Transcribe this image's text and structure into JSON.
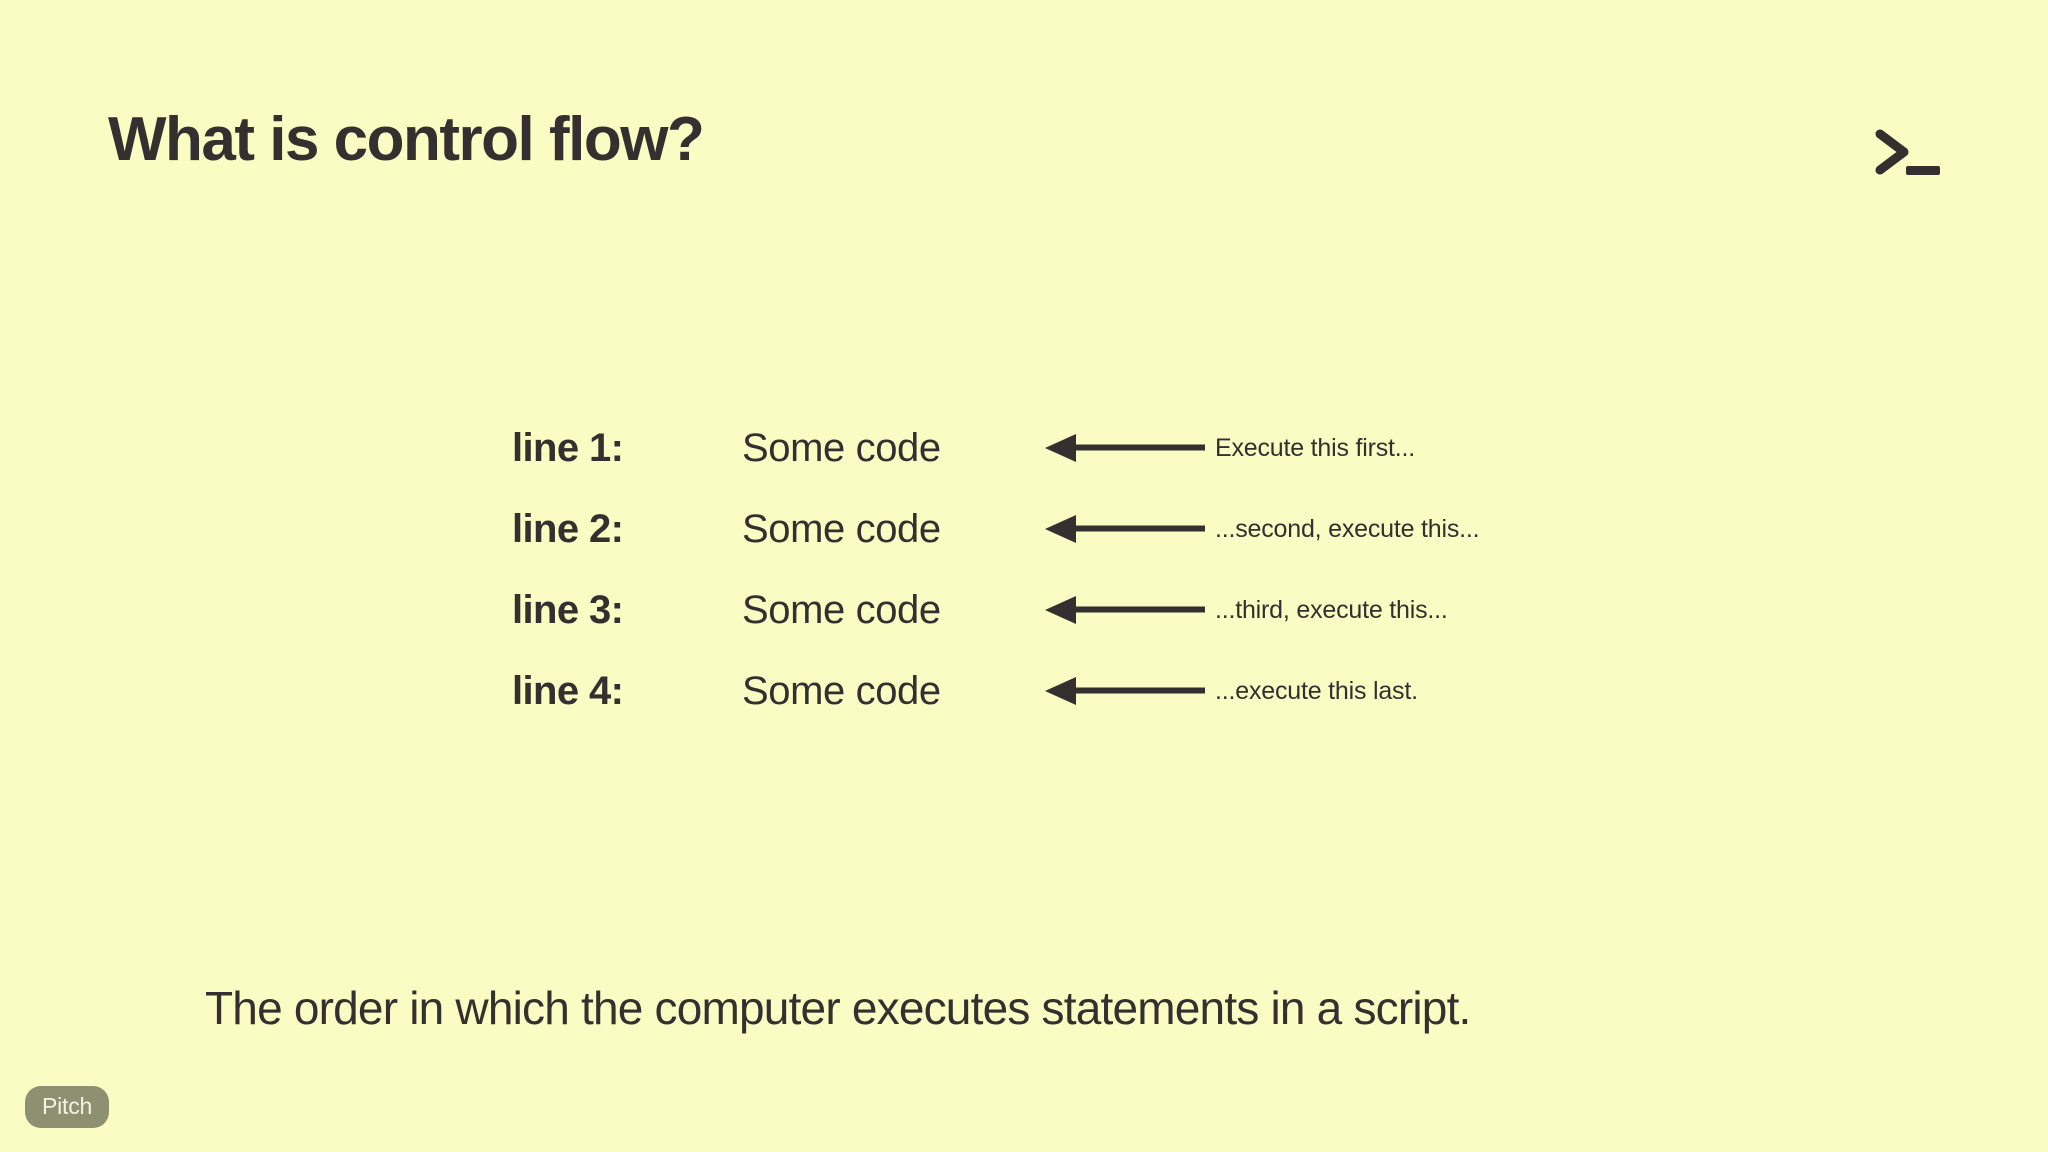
{
  "slide": {
    "title": "What is control flow?",
    "background_color": "#fbfbc4",
    "text_color": "#34302f",
    "header_icon": "terminal-prompt-icon",
    "caption": "The order in which the computer executes statements in a script.",
    "code_rows": [
      {
        "label": "line 1:",
        "code": "Some code",
        "annotation": "Execute this first..."
      },
      {
        "label": "line 2:",
        "code": "Some code",
        "annotation": "...second, execute this..."
      },
      {
        "label": "line 3:",
        "code": "Some code",
        "annotation": "...third, execute this..."
      },
      {
        "label": "line 4:",
        "code": "Some code",
        "annotation": "...execute this last."
      }
    ]
  },
  "branding": {
    "badge_label": "Pitch",
    "badge_color": "#8d9071"
  }
}
